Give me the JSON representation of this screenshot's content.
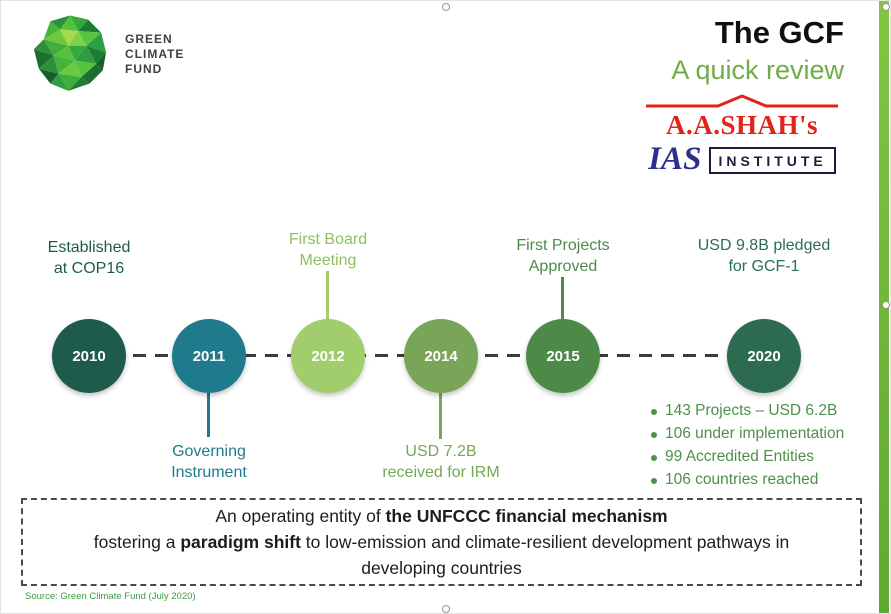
{
  "brand": {
    "lines": [
      "GREEN",
      "CLIMATE",
      "FUND"
    ]
  },
  "header": {
    "title": "The GCF",
    "subtitle": "A quick review"
  },
  "institute": {
    "name": "A.A.SHAH's",
    "acronym": "IAS",
    "suffix": "INSTITUTE"
  },
  "timeline": {
    "items": [
      {
        "year": "2010",
        "label": "Established\nat COP16",
        "position": "above",
        "color": "#1e5b4c",
        "label_color": "#1d5c4d"
      },
      {
        "year": "2011",
        "label": "Governing\nInstrument",
        "position": "below",
        "color": "#1f7b8b",
        "label_color": "#1f7b8b"
      },
      {
        "year": "2012",
        "label": "First Board\nMeeting",
        "position": "above",
        "color": "#a1cd6d",
        "label_color": "#8fbf5e"
      },
      {
        "year": "2014",
        "label": "USD 7.2B\nreceived for IRM",
        "position": "below",
        "color": "#78a557",
        "label_color": "#74a854"
      },
      {
        "year": "2015",
        "label": "First Projects\nApproved",
        "position": "above",
        "color": "#4d8a48",
        "label_color": "#4c8b4a"
      },
      {
        "year": "2020",
        "label": "USD 9.8B pledged\nfor GCF-1",
        "position": "above",
        "color": "#2d6b50",
        "label_color": "#2c6e52"
      }
    ]
  },
  "bullets": [
    "143 Projects – USD 6.2B",
    "106 under implementation",
    "99 Accredited Entities",
    "106 countries reached"
  ],
  "statement": {
    "part1": "An operating entity of ",
    "bold1": "the UNFCCC financial mechanism",
    "part2": "fostering a ",
    "bold2": "paradigm shift",
    "part3": " to low-emission and climate-resilient development pathways in",
    "part4": "developing countries"
  },
  "source": "Source: Green Climate Fund (July 2020)",
  "colors": {
    "accent_green": "#77bf41",
    "title": "#101010",
    "subtitle_green": "#70ad47",
    "shah_red": "#e2231a",
    "ias_blue": "#2d2f8f",
    "bullet_green": "#4f8f4c",
    "timeline_line": "#3b3b3b"
  }
}
